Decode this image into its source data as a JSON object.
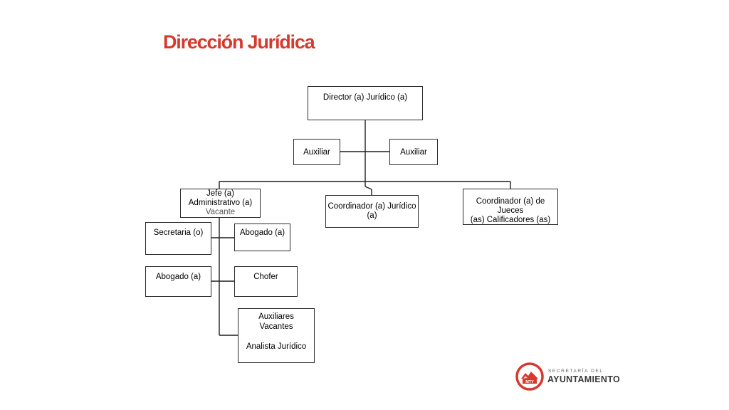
{
  "title": "Dirección Jurídica",
  "nodes": {
    "director": "Director (a) Jurídico (a)",
    "auxiliar_left": "Auxiliar",
    "auxiliar_right": "Auxiliar",
    "jefe": "Jefe (a)\nAdministrativo (a)",
    "jefe_status": "Vacante",
    "coordinador_juridico": "Coordinador (a) Jurídico\n(a)",
    "coordinador_jueces": "Coordinador (a) de Jueces\n(as) Calificadores (as)",
    "secretaria": "Secretaria (o)",
    "abogado_top": "Abogado (a)",
    "abogado_bottom": "Abogado (a)",
    "chofer": "Chofer",
    "auxiliares": "Auxiliares\nVacantes\n\nAnalista Jurídico"
  },
  "logo": {
    "mark": "MTY",
    "line1": "SECRETARÍA DEL",
    "line2": "AYUNTAMIENTO",
    "colors": {
      "red": "#d63a2f",
      "text": "#3a3a3a"
    }
  }
}
